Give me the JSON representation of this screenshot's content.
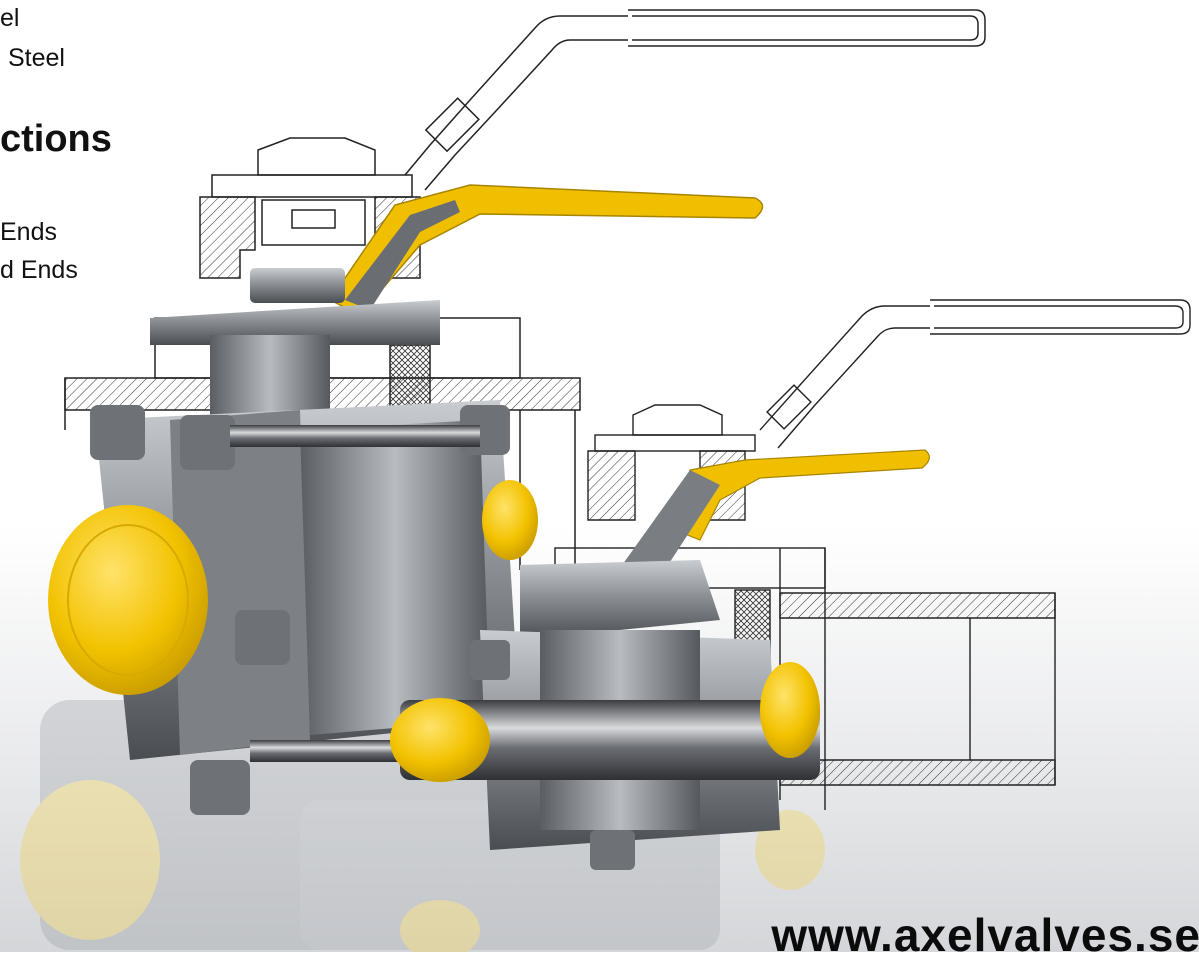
{
  "text_lines": {
    "line1": "el",
    "line2": "Steel",
    "heading": "ctions",
    "line4": "Ends",
    "line5": "d Ends"
  },
  "website": "www.axelvalves.se",
  "colors": {
    "handle_yellow": "#f0c000",
    "cap_yellow": "#f5c800",
    "steel": "#8a8e93",
    "drawing_line": "#222222"
  }
}
